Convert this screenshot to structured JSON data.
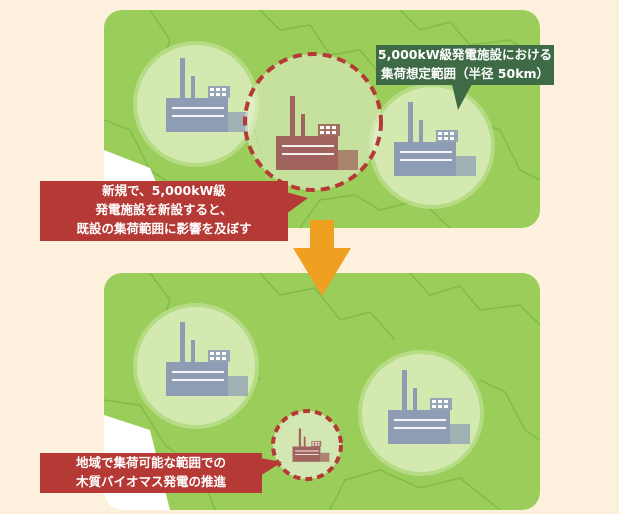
{
  "colors": {
    "background": "#fdf0dc",
    "map_green": "#9acd5a",
    "map_lines": "#7fb845",
    "circle_fill": "#d8ecb8",
    "factory_existing": "#8f9db4",
    "factory_new": "#a0635d",
    "dashed_ring": "#b53a36",
    "callout_green": "#3e6b45",
    "callout_red": "#b53a36",
    "arrow": "#f0a020"
  },
  "callouts": {
    "collection_range": {
      "line1": "5,000kW級発電施設における",
      "line2": "集荷想定範囲（半径 50km）"
    },
    "new_plant_impact": {
      "line1": "新規で、5,000kW級",
      "line2": "発電施設を新設すると、",
      "line3": "既設の集荷範囲に影響を及ぼす"
    },
    "local_promotion": {
      "line1": "地域で集荷可能な範囲での",
      "line2": "木質バイオマス発電の推進"
    }
  },
  "icons": {
    "existing_plant": "factory-icon",
    "new_plant": "factory-icon",
    "transition": "arrow-down-icon"
  }
}
